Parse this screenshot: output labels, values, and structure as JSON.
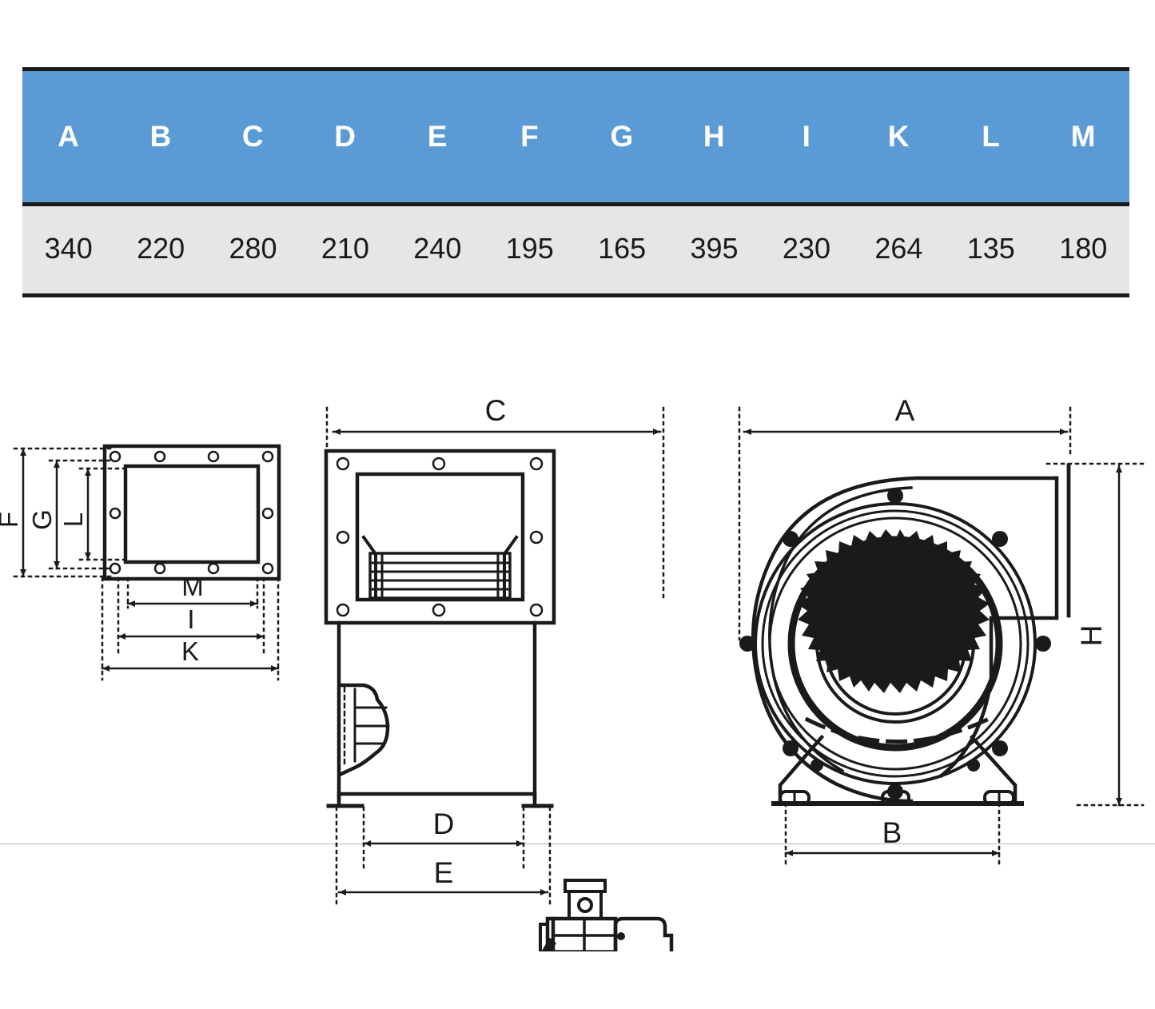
{
  "table": {
    "name": "dimension-table",
    "headers": [
      "A",
      "B",
      "C",
      "D",
      "E",
      "F",
      "G",
      "H",
      "I",
      "K",
      "L",
      "M"
    ],
    "values": [
      "340",
      "220",
      "280",
      "210",
      "240",
      "195",
      "165",
      "395",
      "230",
      "264",
      "135",
      "180"
    ],
    "header_bg": "#5b9bd5",
    "header_text_color": "#ffffff",
    "row_bg": "#e6e6e6",
    "border_color": "#1a1a1a"
  },
  "drawings": {
    "inlet_flange_view": {
      "title": "inlet-flange-view",
      "vertical_dimensions": [
        "F",
        "G",
        "L"
      ],
      "horizontal_dimensions": [
        "M",
        "I",
        "K"
      ],
      "bolt_hole_count": 10
    },
    "front_view": {
      "title": "fan-front-view",
      "top_dimension": "C",
      "bottom_dimensions": [
        "D",
        "E"
      ],
      "flange_bolt_hole_count": 8
    },
    "side_view": {
      "title": "fan-side-view-scroll",
      "top_dimension": "A",
      "right_dimension": "H",
      "bottom_dimension": "B",
      "impeller_blade_count": 28,
      "bolt_circle_count": 8
    }
  },
  "labels": {
    "A": "A",
    "B": "B",
    "C": "C",
    "D": "D",
    "E": "E",
    "F": "F",
    "G": "G",
    "H": "H",
    "I": "I",
    "K": "K",
    "L": "L",
    "M": "M"
  },
  "colors": {
    "line": "#1a1a1a",
    "ground": "#b8b8b8",
    "accent_blue": "#5b9bd5",
    "table_row": "#e6e6e6",
    "background": "#ffffff"
  }
}
